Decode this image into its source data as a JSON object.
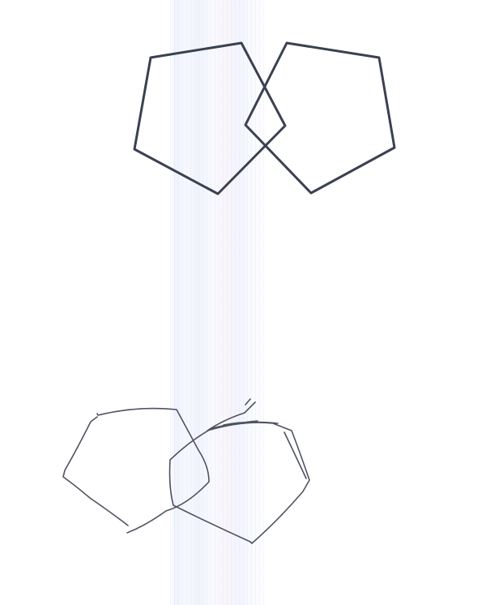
{
  "figure": {
    "kind": "scanned worksheet with pentagon-copying drawings",
    "background_color": "#ffffff",
    "scan_streak_color": "#e2e8fa",
    "printed_ink_color": "#3a4150",
    "pencil_ink_color": "#4e5361"
  },
  "printed_figure": {
    "shape": "two interlocking pentagons",
    "count": 2
  },
  "hand_drawn_copy": {
    "shape": "freehand copy of two interlocking pentagons",
    "count": 2
  }
}
